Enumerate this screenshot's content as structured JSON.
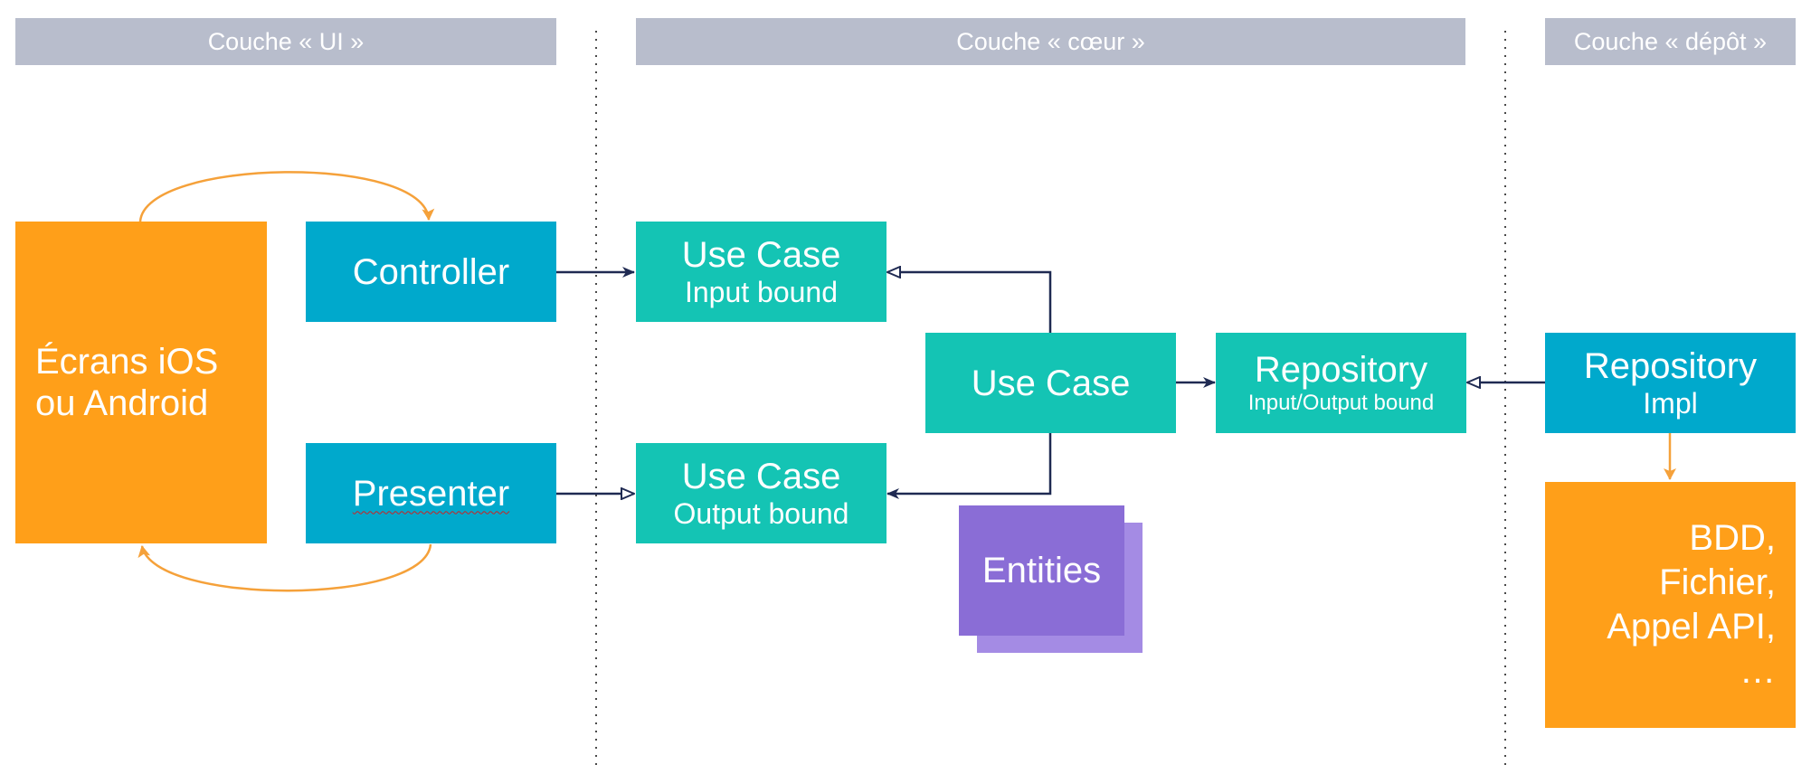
{
  "layers": {
    "ui": "Couche « UI »",
    "core": "Couche « cœur »",
    "repo": "Couche « dépôt »"
  },
  "ui": {
    "screens_line1": "Écrans iOS",
    "screens_line2": "ou Android",
    "controller": "Controller",
    "presenter": "Presenter"
  },
  "core": {
    "input_title": "Use Case",
    "input_sub": "Input bound",
    "output_title": "Use Case",
    "output_sub": "Output bound",
    "use_case": "Use Case",
    "entities": "Entities",
    "repository_title": "Repository",
    "repository_sub": "Input/Output bound"
  },
  "repo": {
    "impl_title": "Repository",
    "impl_sub": "Impl",
    "storage_lines": [
      "BDD,",
      "Fichier,",
      "Appel API,",
      "…"
    ]
  },
  "colors": {
    "blue": "#00a9cc",
    "teal": "#14c4b4",
    "orange": "#ff9f19",
    "purple": "#8a6dd6",
    "header": "#b8bdcc",
    "arrow": "#1f2a52"
  }
}
